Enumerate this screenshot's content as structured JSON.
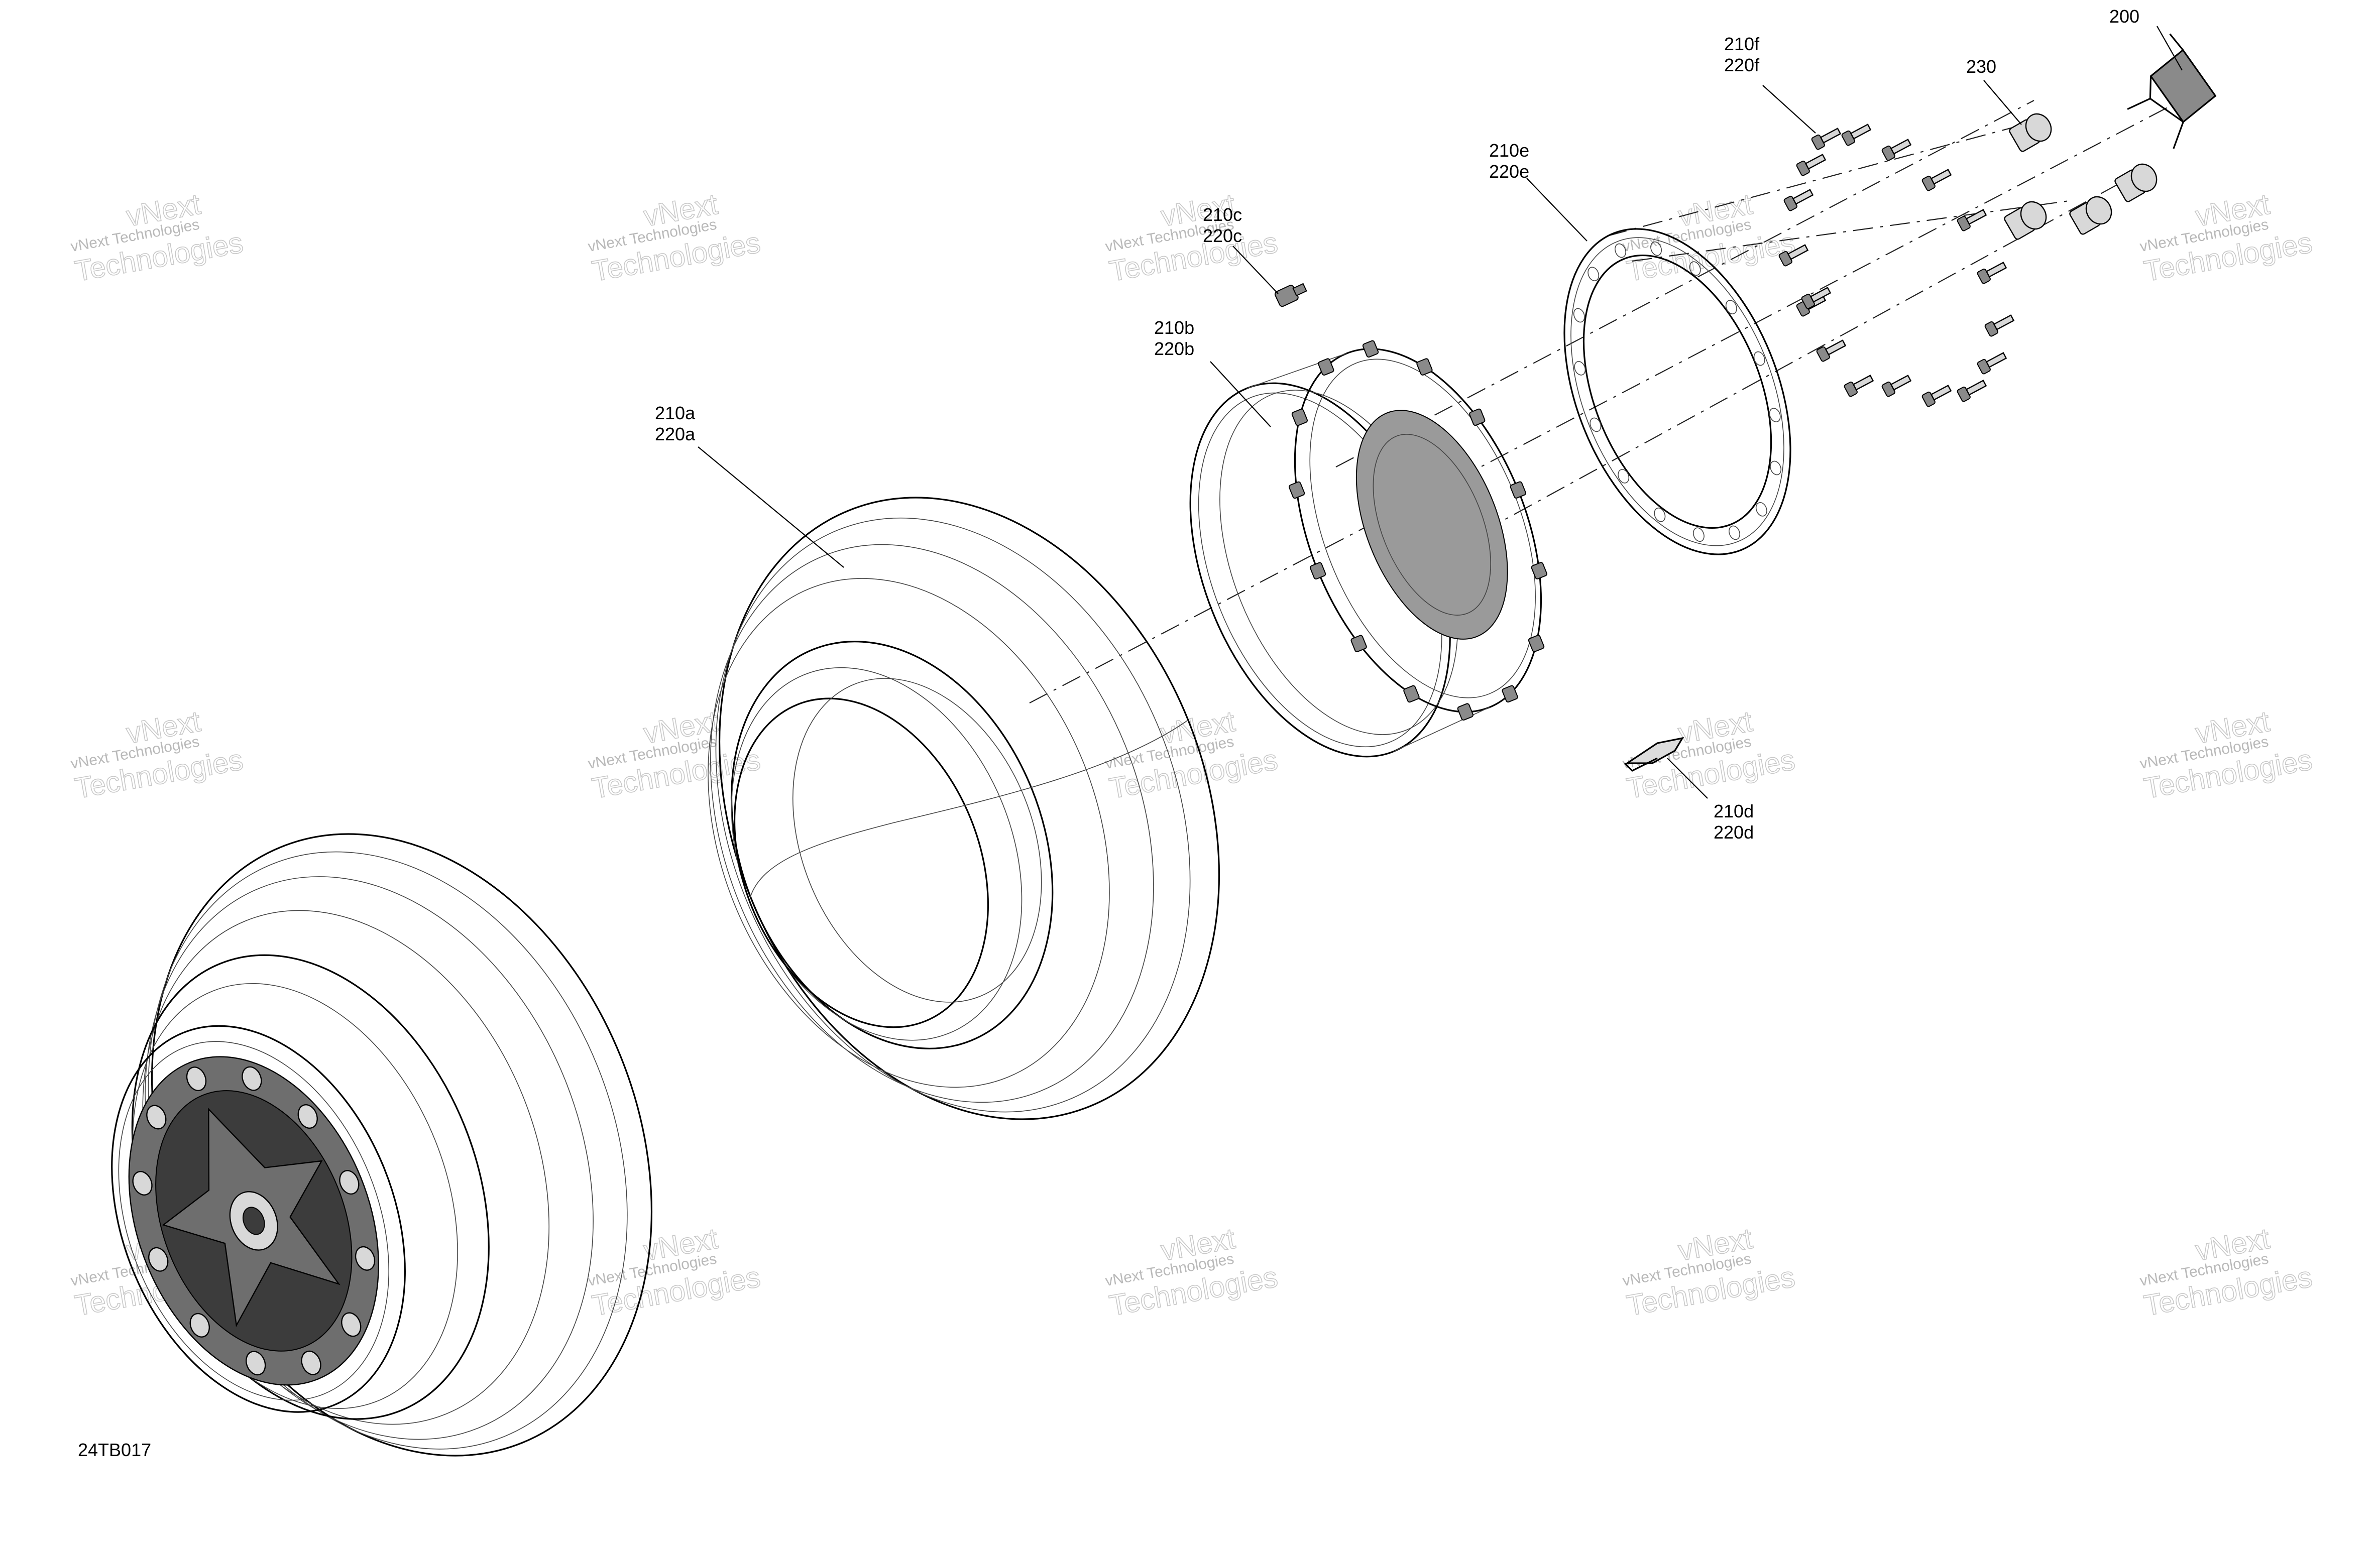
{
  "drawing_code": "24TB017",
  "watermark": {
    "line1": "vNext Technologies",
    "line2": "vNext",
    "line3": "Technologies"
  },
  "callouts": {
    "c200": "200",
    "c230": "230",
    "c210f": "210f",
    "c220f": "220f",
    "c210e": "210e",
    "c220e": "220e",
    "c210c": "210c",
    "c220c": "220c",
    "c210b": "210b",
    "c220b": "220b",
    "c210a": "210a",
    "c220a": "220a",
    "c210d": "210d",
    "c220d": "220d"
  },
  "colors": {
    "ink": "#000000",
    "watermark": "#c0c0c0",
    "hub": "#6e6e6e"
  }
}
